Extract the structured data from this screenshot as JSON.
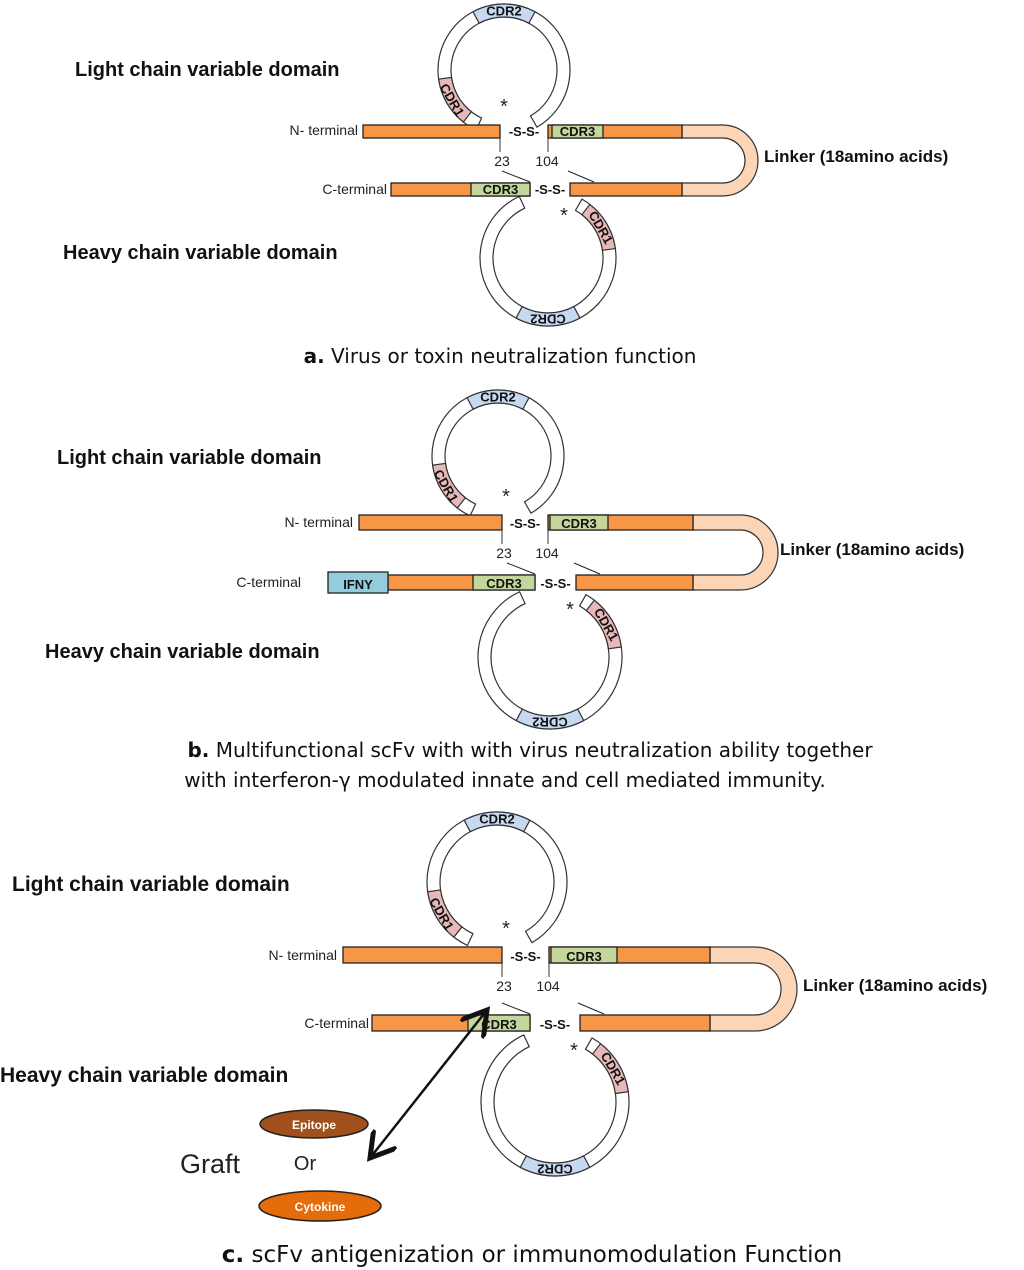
{
  "colors": {
    "chain": "#f79646",
    "linker": "#fbd5b5",
    "cdr1": "#e6b9b8",
    "cdr2": "#c6d9f1",
    "cdr3": "#c3d69b",
    "ifny": "#93cddd",
    "epitope": "#a0501c",
    "cytokine": "#e46c0a"
  },
  "panels": [
    {
      "light_label": "Light chain variable domain",
      "heavy_label": "Heavy chain variable domain",
      "n_terminal": "N- terminal",
      "c_terminal": "C-terminal",
      "linker": "Linker (18amino acids)",
      "ss": "-S-S-",
      "cdr1": "CDR1",
      "cdr2": "CDR2",
      "cdr3": "CDR3",
      "pos1": "23",
      "pos2": "104",
      "star": "*",
      "caption_bold": "a.",
      "caption": [
        " Virus or toxin neutralization function"
      ]
    },
    {
      "light_label": "Light chain variable domain",
      "heavy_label": "Heavy chain variable domain",
      "n_terminal": "N- terminal",
      "c_terminal": "C-terminal",
      "linker": "Linker (18amino acids)",
      "ss": "-S-S-",
      "cdr1": "CDR1",
      "cdr2": "CDR2",
      "cdr3": "CDR3",
      "pos1": "23",
      "pos2": "104",
      "star": "*",
      "ifny": "IFNY",
      "caption_bold": "b.",
      "caption": [
        " Multifunctional scFv with with virus neutralization ability together",
        "with interferon-γ modulated innate and cell mediated immunity."
      ]
    },
    {
      "light_label": "Light chain variable domain",
      "heavy_label": "Heavy chain variable domain",
      "n_terminal": "N- terminal",
      "c_terminal": "C-terminal",
      "linker": "Linker (18amino acids)",
      "ss": "-S-S-",
      "cdr1": "CDR1",
      "cdr2": "CDR2",
      "cdr3": "CDR3",
      "pos1": "23",
      "pos2": "104",
      "star": "*",
      "graft": "Graft",
      "or": "Or",
      "epitope": "Epitope",
      "cytokine": "Cytokine",
      "caption_bold": "c.",
      "caption": [
        " scFv antigenization or immunomodulation Function"
      ]
    }
  ]
}
